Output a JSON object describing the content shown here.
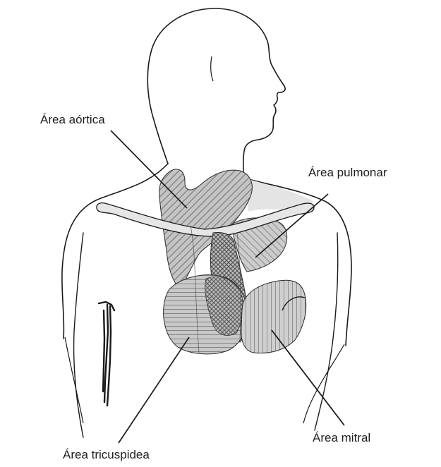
{
  "diagram": {
    "labels": {
      "aortica": "Área aórtica",
      "pulmonar": "Área pulmonar",
      "mitral": "Área mitral",
      "tricuspidea": "Área tricuspidea"
    },
    "colors": {
      "outline": "#1a1a1a",
      "shading": "#8a8a8a",
      "clavicle_fill": "#e6e6e6",
      "background": "#ffffff"
    }
  }
}
